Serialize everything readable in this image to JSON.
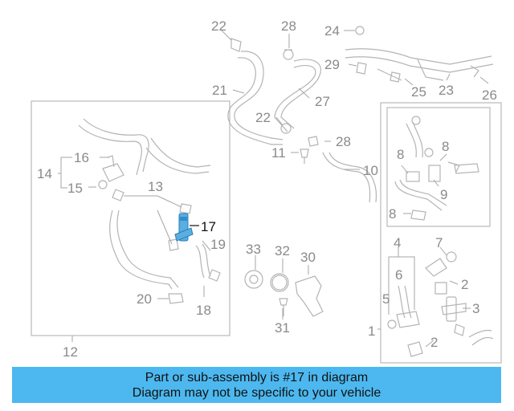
{
  "callouts": {
    "c1": "1",
    "c2a": "2",
    "c2b": "2",
    "c3": "3",
    "c4": "4",
    "c5": "5",
    "c6": "6",
    "c7": "7",
    "c8a": "8",
    "c8b": "8",
    "c8c": "8",
    "c9": "9",
    "c10": "10",
    "c11": "11",
    "c12": "12",
    "c13": "13",
    "c14": "14",
    "c15": "15",
    "c16": "16",
    "c17": "17",
    "c18": "18",
    "c19": "19",
    "c20": "20",
    "c21": "21",
    "c22a": "22",
    "c22b": "22",
    "c23": "23",
    "c24": "24",
    "c25": "25",
    "c26": "26",
    "c27": "27",
    "c28a": "28",
    "c28b": "28",
    "c29": "29",
    "c30": "30",
    "c31": "31",
    "c32": "32",
    "c33": "33"
  },
  "highlight": {
    "part_number": "17",
    "color": "#5aaee0"
  },
  "banner": {
    "line1": "Part or sub-assembly is #17 in diagram",
    "line2": "Diagram may not be specific to your vehicle",
    "background": "#4db8ef"
  }
}
